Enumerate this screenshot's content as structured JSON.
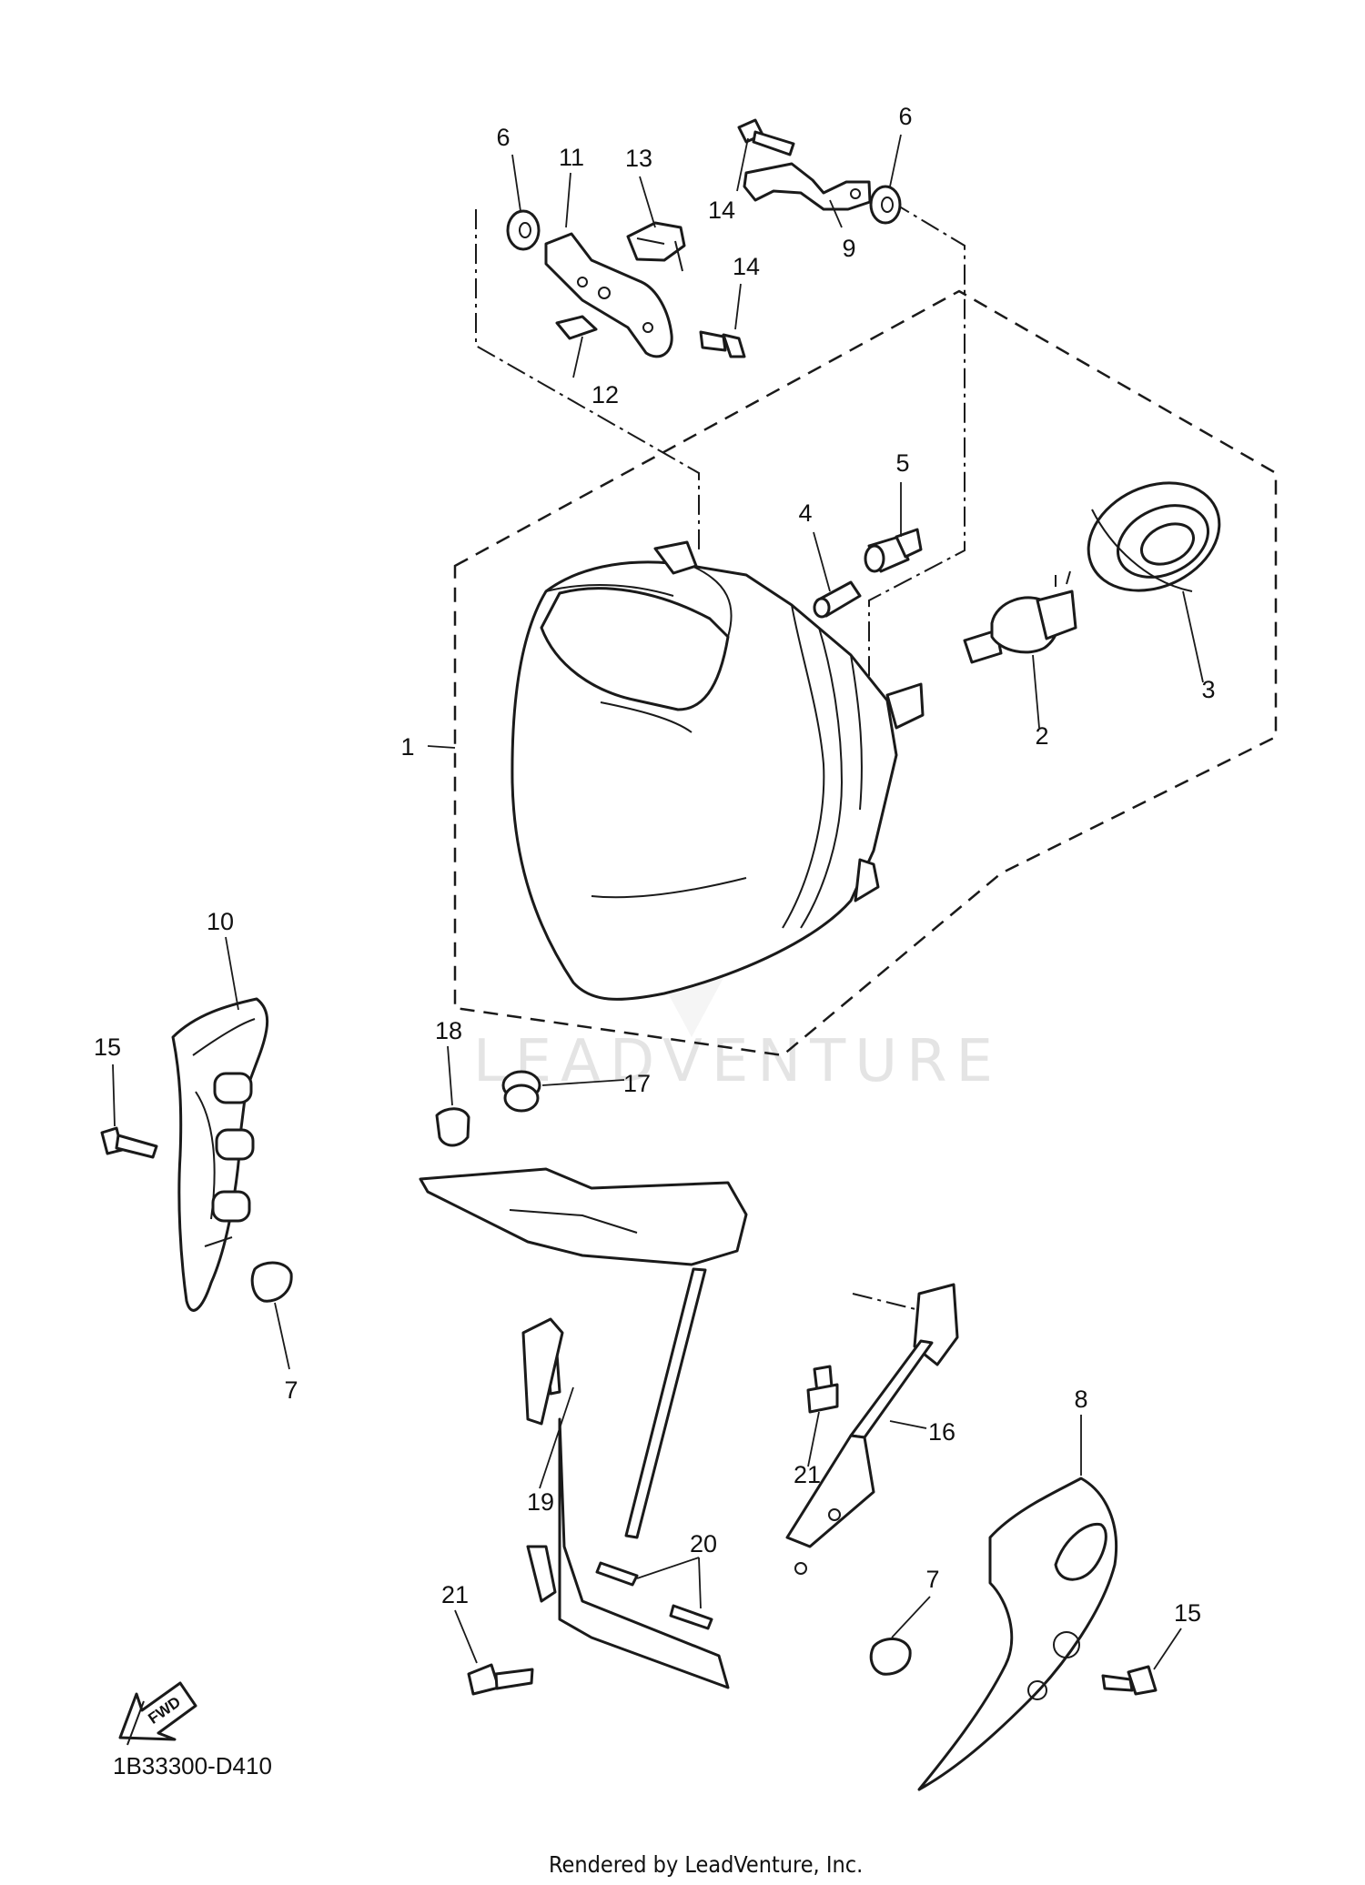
{
  "diagram": {
    "part_numbers": {
      "p1": "1",
      "p2": "2",
      "p3": "3",
      "p4": "4",
      "p5": "5",
      "p6a": "6",
      "p6b": "6",
      "p7a": "7",
      "p7b": "7",
      "p8": "8",
      "p9": "9",
      "p10": "10",
      "p11": "11",
      "p12": "12",
      "p13": "13",
      "p14a": "14",
      "p14b": "14",
      "p15a": "15",
      "p15b": "15",
      "p16": "16",
      "p17": "17",
      "p18": "18",
      "p19": "19",
      "p20": "20",
      "p21a": "21",
      "p21b": "21"
    },
    "fwd_label": "FWD",
    "drawing_code": "1B33300-D410",
    "watermark": "LEADVENTURE",
    "footer": "Rendered by LeadVenture, Inc."
  }
}
